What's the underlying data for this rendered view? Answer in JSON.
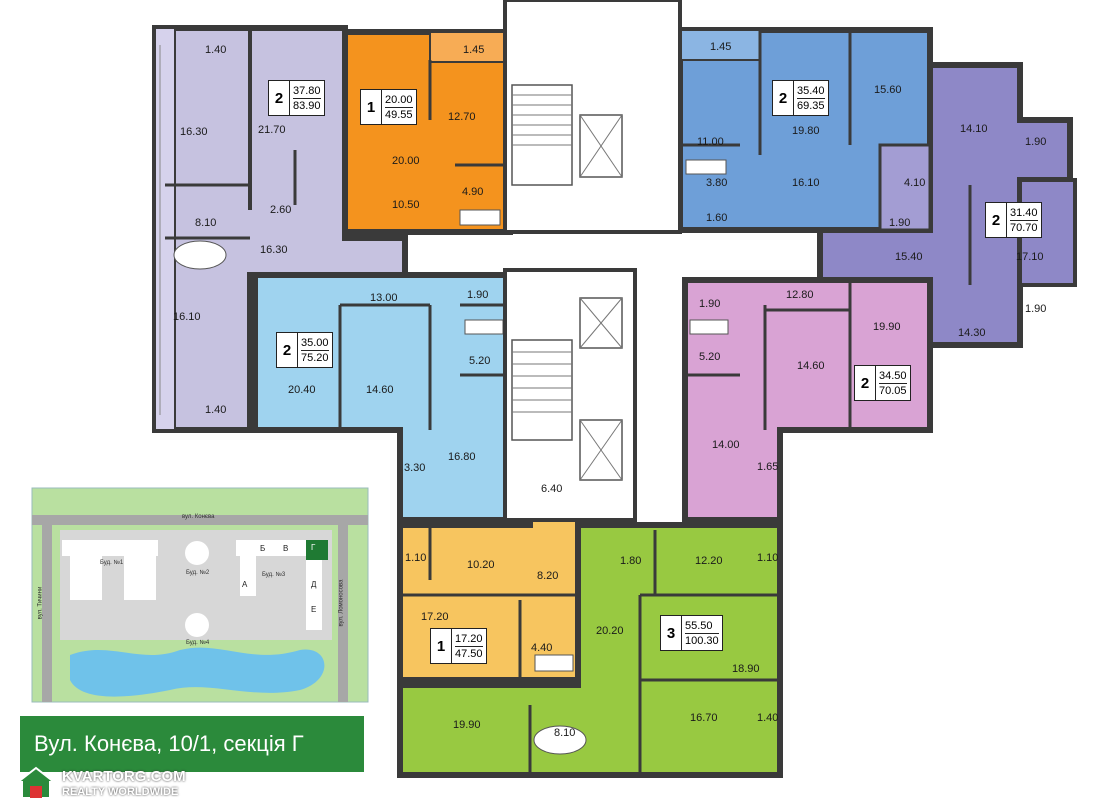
{
  "colors": {
    "lavender": "#c6c2e0",
    "orange": "#f4931e",
    "blue": "#6e9fd8",
    "purple": "#8e88c7",
    "pink": "#d9a3d4",
    "light_blue": "#9fd3ef",
    "yellow": "#f7c55f",
    "green": "#98c941",
    "wall": "#3a3a3a",
    "banner": "#2b8a3b"
  },
  "apartments": [
    {
      "id": "lavender",
      "rooms": "2",
      "living": "37.80",
      "total": "83.90"
    },
    {
      "id": "orange",
      "rooms": "1",
      "living": "20.00",
      "total": "49.55"
    },
    {
      "id": "blue",
      "rooms": "2",
      "living": "35.40",
      "total": "69.35"
    },
    {
      "id": "purple",
      "rooms": "2",
      "living": "31.40",
      "total": "70.70"
    },
    {
      "id": "light_blue",
      "rooms": "2",
      "living": "35.00",
      "total": "75.20"
    },
    {
      "id": "pink",
      "rooms": "2",
      "living": "34.50",
      "total": "70.05"
    },
    {
      "id": "yellow",
      "rooms": "1",
      "living": "17.20",
      "total": "47.50"
    },
    {
      "id": "green",
      "rooms": "3",
      "living": "55.50",
      "total": "100.30"
    }
  ],
  "room_areas": {
    "lav_balcony_top": "1.40",
    "lav_kitchen": "16.30",
    "lav_room": "21.70",
    "lav_bath": "8.10",
    "lav_wc": "2.60",
    "lav_hall": "16.30",
    "lav_room2": "16.10",
    "lav_balcony_bottom": "1.40",
    "or_balcony": "1.45",
    "or_kitchen": "12.70",
    "or_room": "20.00",
    "or_bath": "4.90",
    "or_hall": "10.50",
    "bl_balcony": "1.45",
    "bl_room": "19.80",
    "bl_kitchen": "15.60",
    "bl_hall_a": "11.00",
    "bl_bath": "3.80",
    "bl_room2": "16.10",
    "bl_balcony2": "1.60",
    "pu_kitchen": "14.10",
    "pu_balcony_a": "1.90",
    "pu_bath": "4.10",
    "pu_wc": "1.90",
    "pu_hall": "15.40",
    "pu_room": "17.10",
    "pu_room2": "14.30",
    "pu_balcony_b": "1.90",
    "lb_kitchen": "13.00",
    "lb_balcony": "1.90",
    "lb_bath": "5.20",
    "lb_room": "20.40",
    "lb_room2": "14.60",
    "lb_hall": "16.80",
    "lb_balcony2": "3.30",
    "pk_balcony": "1.90",
    "pk_kitchen": "12.80",
    "pk_bath": "5.20",
    "pk_room": "19.90",
    "pk_room2": "14.60",
    "pk_hall": "14.00",
    "pk_balcony2": "1.65",
    "ye_balcony_a": "6.40",
    "ye_balcony_b": "1.10",
    "ye_kitchen": "10.20",
    "ye_hall": "8.20",
    "ye_room": "17.20",
    "ye_bath": "4.40",
    "gr_balcony_a": "1.80",
    "gr_kitchen": "12.20",
    "gr_balcony_b": "1.10",
    "gr_hall": "20.20",
    "gr_room": "18.90",
    "gr_room2": "19.90",
    "gr_bath": "8.10",
    "gr_room3": "16.70",
    "gr_balcony_c": "1.40"
  },
  "site_plan": {
    "street_top": "вул. Конєва",
    "street_left": "вул. Тичини",
    "street_right": "вул. Ломоносова",
    "buildings": [
      "Буд. №1",
      "Буд. №2",
      "Буд. №3",
      "Буд. №4"
    ],
    "sections": [
      "А",
      "Б",
      "В",
      "Г",
      "Д",
      "Е"
    ]
  },
  "banner": {
    "title": "Вул. Конєва, 10/1, секція Г"
  },
  "watermark": {
    "line1": "KVARTORG.COM",
    "line2": "REALTY WORLDWIDE"
  }
}
